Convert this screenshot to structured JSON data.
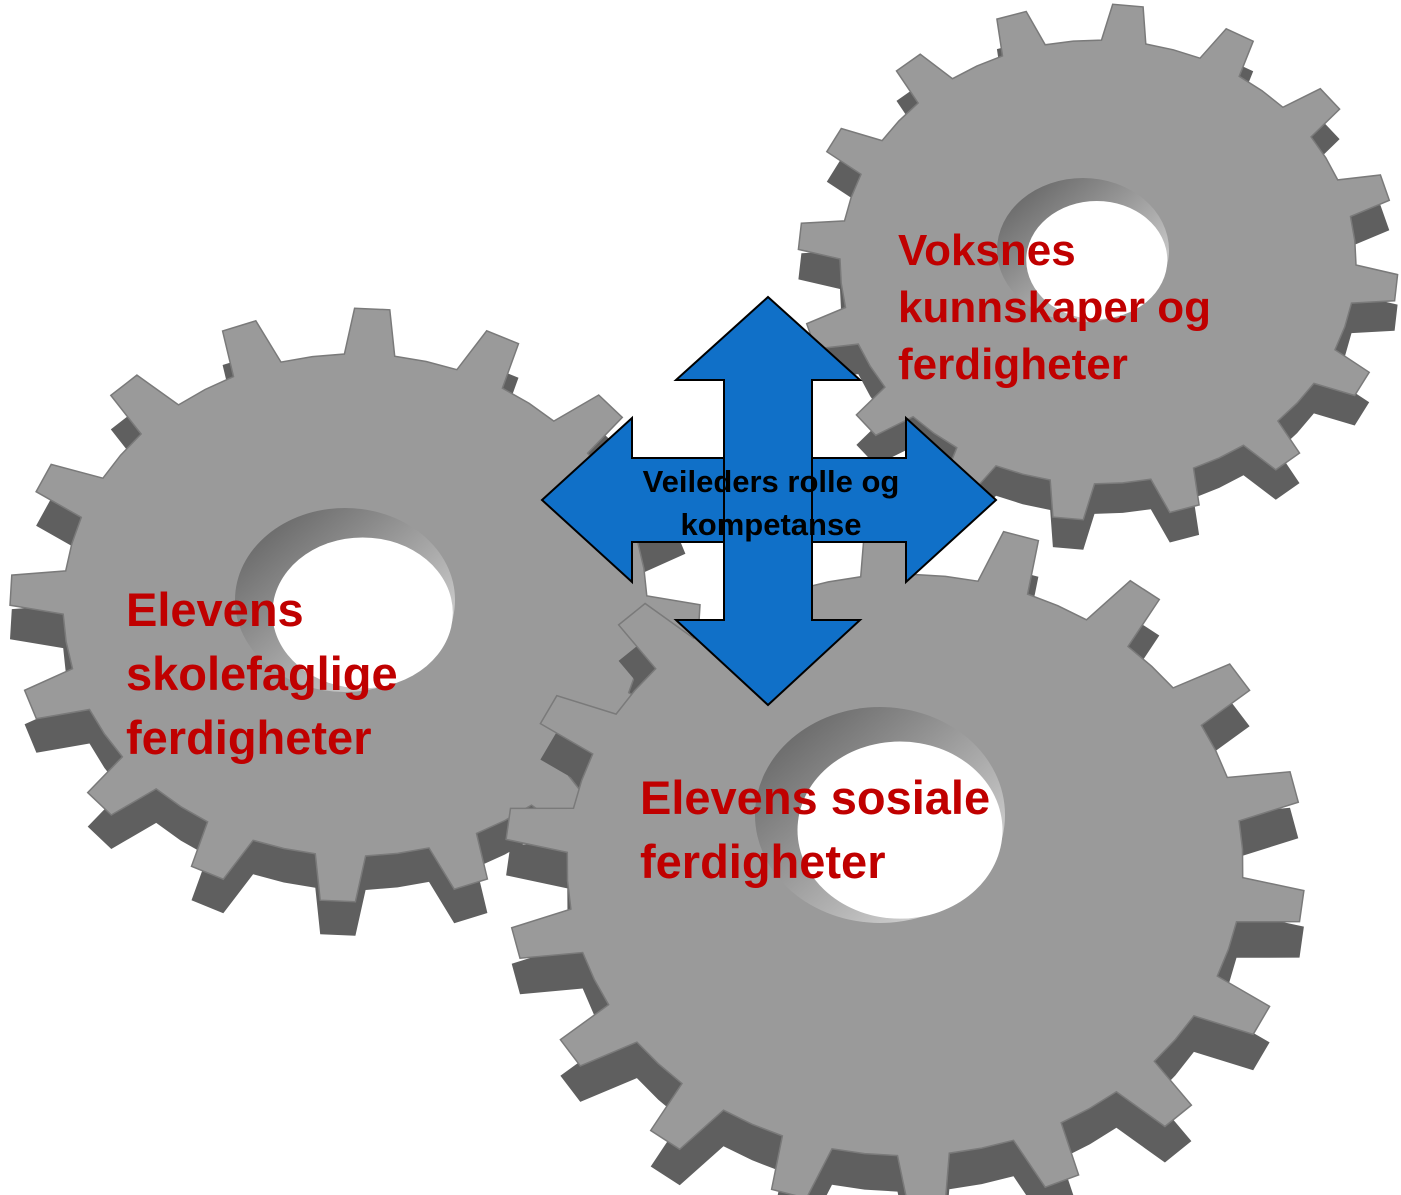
{
  "colors": {
    "gear_face": "#9a9a9a",
    "gear_side": "#5f5f5f",
    "gear_outline": "#7a7a7a",
    "arrow_fill": "#1070c8",
    "arrow_outline": "#000000",
    "label_red": "#c00000",
    "center_text": "#000000"
  },
  "gears": [
    {
      "id": "voksne",
      "lines": [
        "Voksnes",
        "kunnskaper og",
        "ferdigheter"
      ]
    },
    {
      "id": "skolefaglige",
      "lines": [
        "Elevens",
        "skolefaglige",
        "ferdigheter"
      ]
    },
    {
      "id": "sosiale",
      "lines": [
        "Elevens sosiale",
        "ferdigheter"
      ]
    }
  ],
  "center": {
    "shape": "four-way-arrow",
    "lines": [
      "Veileders rolle og",
      "kompetanse"
    ]
  }
}
